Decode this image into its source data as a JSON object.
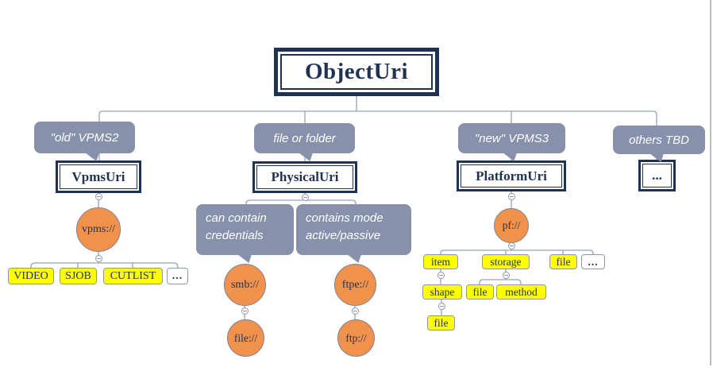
{
  "colors": {
    "navy": "#1F3251",
    "slate": "#8791AB",
    "orange": "#F0914C",
    "yellow": "#FFFF00",
    "line": "#99A2B5"
  },
  "root": {
    "label": "ObjectUri"
  },
  "callouts": {
    "old_vpms2": "\"old\" VPMS2",
    "file_or_folder": "file or folder",
    "new_vpms3": "\"new\" VPMS3",
    "others_tbd": "others TBD"
  },
  "nodes": {
    "vpms_uri": "VpmsUri",
    "physical_uri": "PhysicalUri",
    "platform_uri": "PlatformUri",
    "others_more": "..."
  },
  "schemes": {
    "vpms": "vpms://",
    "smb": "smb://",
    "file_smb": "file://",
    "ftpe": "ftpe://",
    "ftp": "ftp://",
    "pf": "pf://"
  },
  "notes": {
    "credentials": [
      "can contain",
      "credentials"
    ],
    "mode": [
      "contains mode",
      "active/passive"
    ]
  },
  "vpms_children": [
    "VIDEO",
    "SJOB",
    "CUTLIST",
    "..."
  ],
  "platform": {
    "item": "item",
    "storage": "storage",
    "file": "file",
    "more": "...",
    "shape": "shape",
    "storage_file": "file",
    "method": "method",
    "shape_file": "file"
  }
}
